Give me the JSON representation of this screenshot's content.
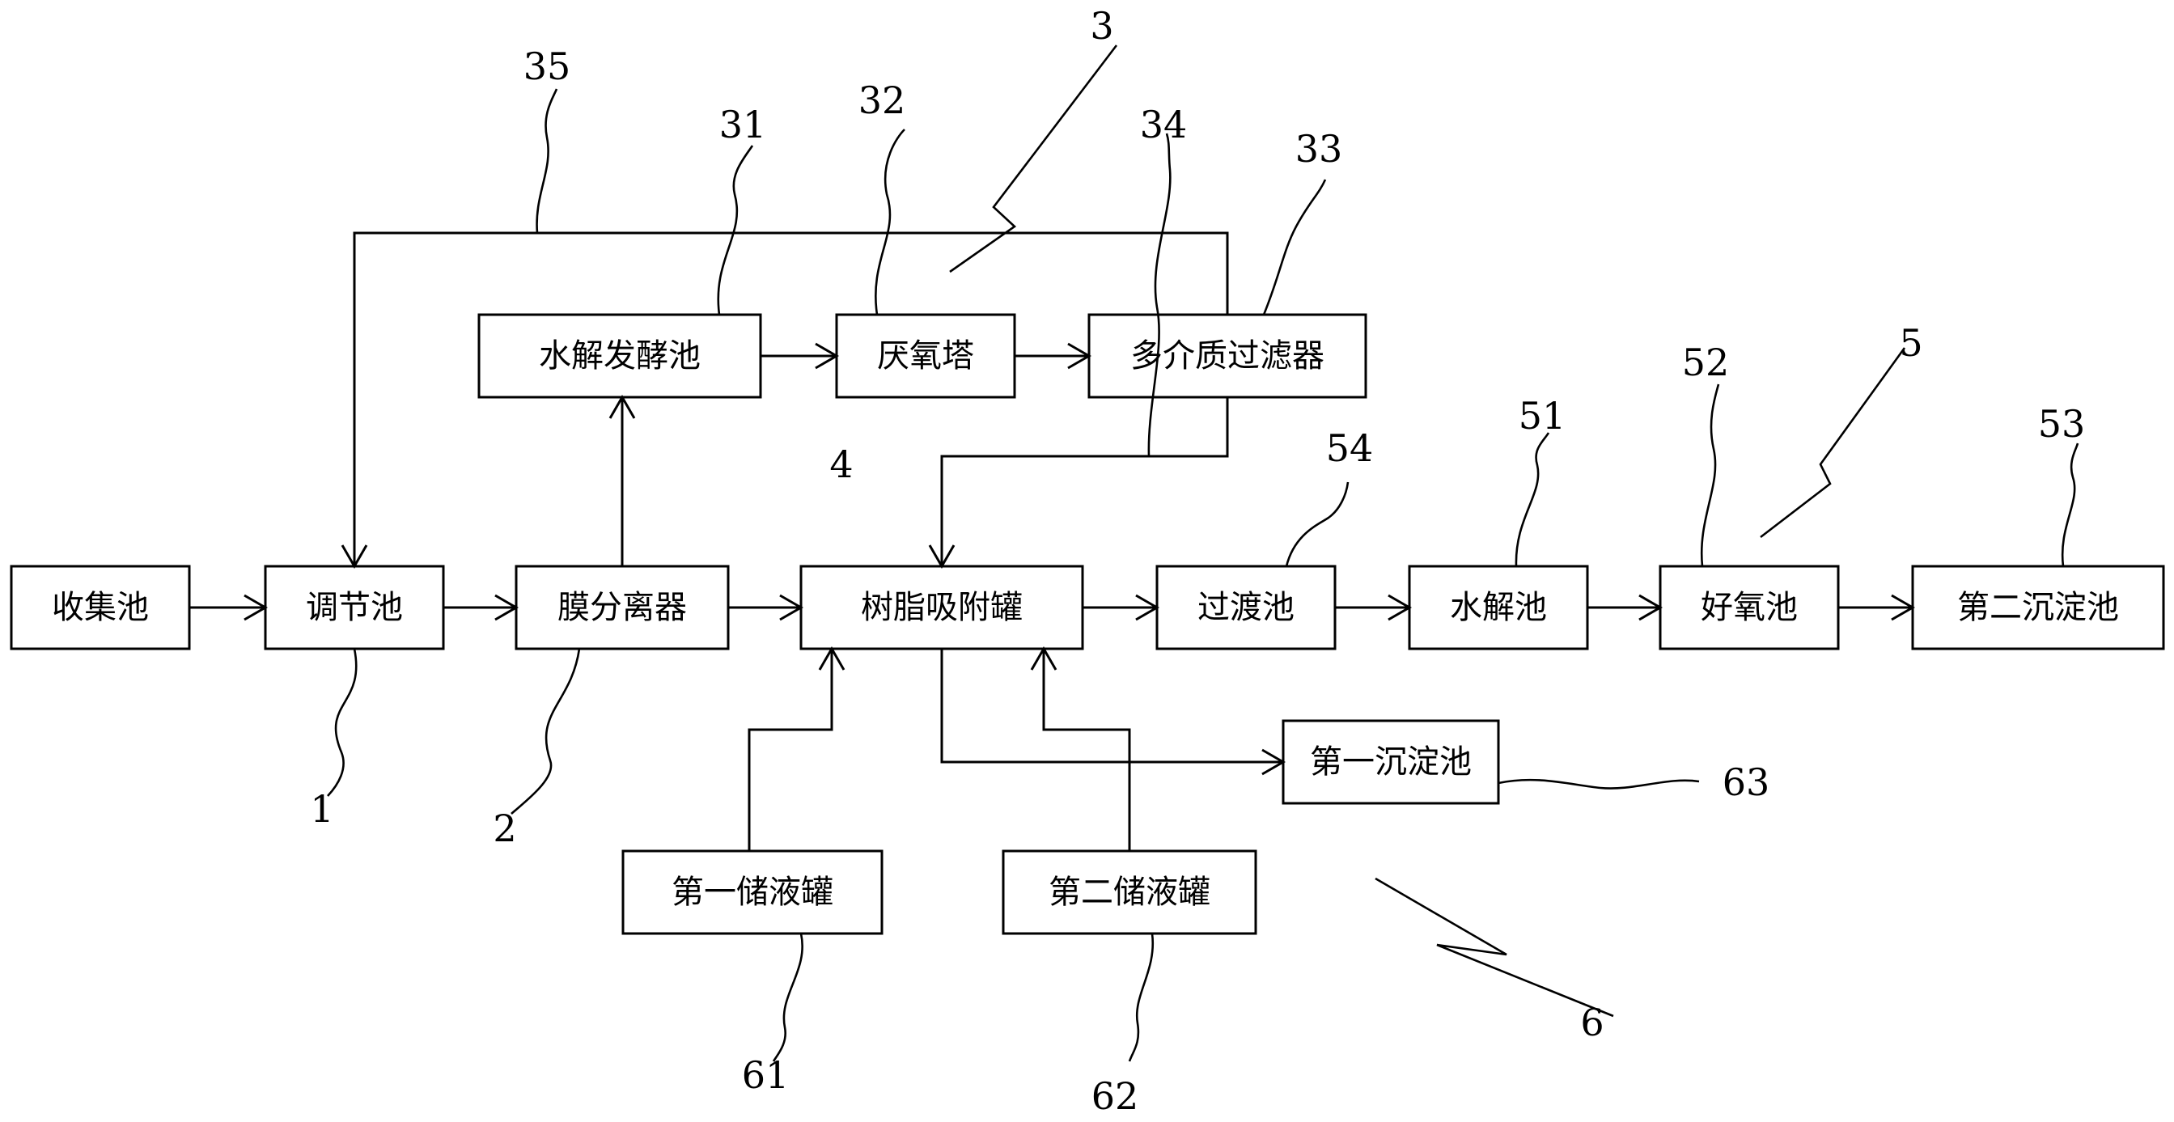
{
  "nodes": {
    "collection_tank": "收集池",
    "regulating_tank": "调节池",
    "membrane_separator": "膜分离器",
    "hydrolysis_fermentation_tank": "水解发酵池",
    "anaerobic_tower": "厌氧塔",
    "multimedia_filter": "多介质过滤器",
    "resin_adsorption_tank": "树脂吸附罐",
    "transition_tank": "过渡池",
    "hydrolysis_tank": "水解池",
    "aerobic_tank": "好氧池",
    "second_sedimentation_tank": "第二沉淀池",
    "first_sedimentation_tank": "第一沉淀池",
    "first_liquid_storage_tank": "第一储液罐",
    "second_liquid_storage_tank": "第二储液罐"
  },
  "refs": {
    "r1": "1",
    "r2": "2",
    "r3": "3",
    "r31": "31",
    "r32": "32",
    "r33": "33",
    "r34": "34",
    "r35": "35",
    "r4": "4",
    "r5": "5",
    "r51": "51",
    "r52": "52",
    "r53": "53",
    "r54": "54",
    "r6": "6",
    "r61": "61",
    "r62": "62",
    "r63": "63"
  },
  "edges": [
    {
      "from": "收集池",
      "to": "调节池"
    },
    {
      "from": "调节池",
      "to": "膜分离器"
    },
    {
      "from": "膜分离器",
      "to": "树脂吸附罐"
    },
    {
      "from": "膜分离器",
      "to": "水解发酵池"
    },
    {
      "from": "水解发酵池",
      "to": "厌氧塔"
    },
    {
      "from": "厌氧塔",
      "to": "多介质过滤器"
    },
    {
      "from": "多介质过滤器",
      "to": "树脂吸附罐"
    },
    {
      "from": "多介质过滤器",
      "to": "调节池"
    },
    {
      "from": "树脂吸附罐",
      "to": "过渡池"
    },
    {
      "from": "过渡池",
      "to": "水解池"
    },
    {
      "from": "水解池",
      "to": "好氧池"
    },
    {
      "from": "好氧池",
      "to": "第二沉淀池"
    },
    {
      "from": "树脂吸附罐",
      "to": "第一沉淀池"
    },
    {
      "from": "第一储液罐",
      "to": "树脂吸附罐"
    },
    {
      "from": "第二储液罐",
      "to": "树脂吸附罐"
    }
  ]
}
